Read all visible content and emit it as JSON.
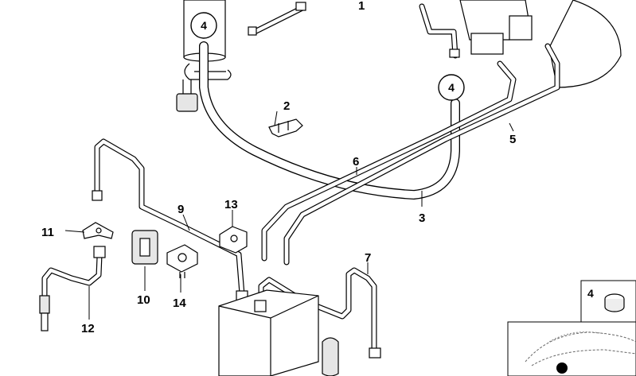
{
  "parts": [
    {
      "id": "1",
      "label": "1"
    },
    {
      "id": "2",
      "label": "2"
    },
    {
      "id": "3",
      "label": "3"
    },
    {
      "id": "5",
      "label": "5"
    },
    {
      "id": "6",
      "label": "6"
    },
    {
      "id": "7",
      "label": "7"
    },
    {
      "id": "9",
      "label": "9"
    },
    {
      "id": "10",
      "label": "10"
    },
    {
      "id": "11",
      "label": "11"
    },
    {
      "id": "12",
      "label": "12"
    },
    {
      "id": "13",
      "label": "13"
    },
    {
      "id": "14",
      "label": "14"
    }
  ],
  "callouts": [
    {
      "id": "4a",
      "label": "4"
    },
    {
      "id": "4b",
      "label": "4"
    }
  ],
  "inset": {
    "label": "4"
  }
}
